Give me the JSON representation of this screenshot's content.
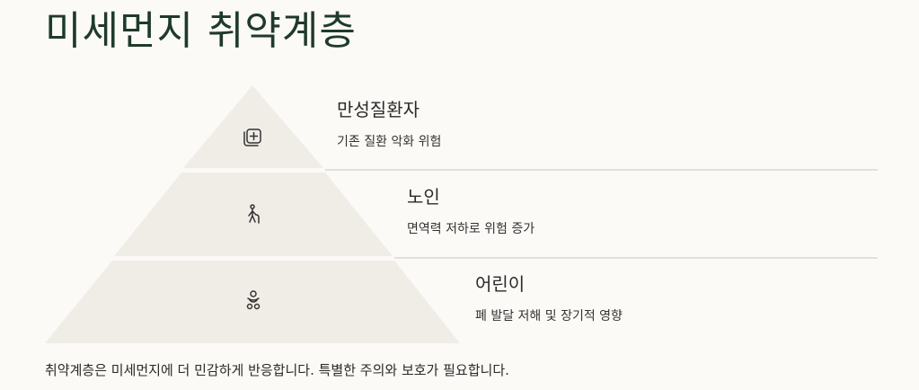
{
  "title": "미세먼지 취약계층",
  "tiers": [
    {
      "title": "만성질환자",
      "description": "기존 질환 악화 위험",
      "icon": "medical-cross-icon"
    },
    {
      "title": "노인",
      "description": "면역력 저하로 위험 증가",
      "icon": "elderly-person-icon"
    },
    {
      "title": "어린이",
      "description": "폐 발달 저해 및 장기적 영향",
      "icon": "baby-icon"
    }
  ],
  "footer": "취약계층은 미세먼지에 더 민감하게 반응합니다. 특별한 주의와 보호가 필요합니다.",
  "colors": {
    "title": "#1f3a2a",
    "tier_fill": "#efede6",
    "divider": "#e3e1da"
  }
}
